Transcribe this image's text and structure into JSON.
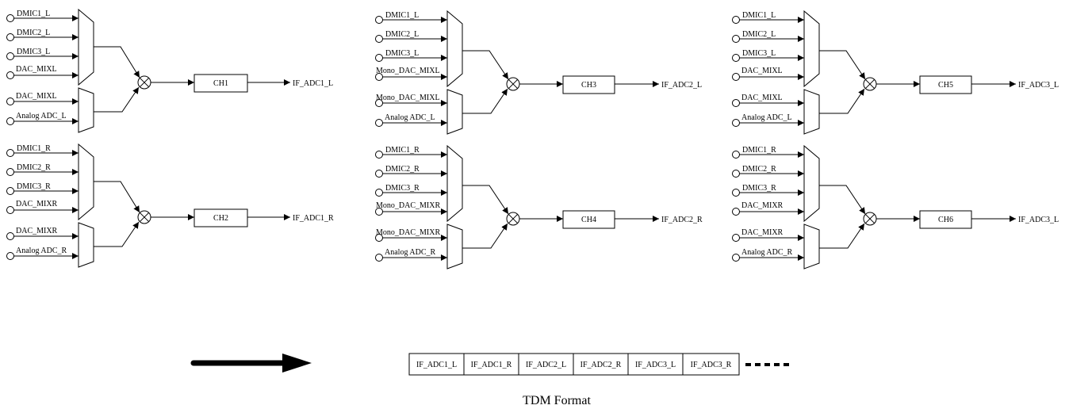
{
  "groups": [
    {
      "mux_a_inputs": [
        "DMIC1_L",
        "DMIC2_L",
        "DMIC3_L",
        "DAC_MIXL"
      ],
      "mux_b_inputs": [
        "DAC_MIXL",
        "Analog ADC_L"
      ],
      "channel": "CH1",
      "output": "IF_ADC1_L"
    },
    {
      "mux_a_inputs": [
        "DMIC1_R",
        "DMIC2_R",
        "DMIC3_R",
        "DAC_MIXR"
      ],
      "mux_b_inputs": [
        "DAC_MIXR",
        "Analog ADC_R"
      ],
      "channel": "CH2",
      "output": "IF_ADC1_R"
    },
    {
      "mux_a_inputs": [
        "DMIC1_L",
        "DMIC2_L",
        "DMIC3_L",
        "Mono_DAC_MIXL"
      ],
      "mux_b_inputs": [
        "Mono_DAC_MIXL",
        "Analog ADC_L"
      ],
      "channel": "CH3",
      "output": "IF_ADC2_L"
    },
    {
      "mux_a_inputs": [
        "DMIC1_R",
        "DMIC2_R",
        "DMIC3_R",
        "Mono_DAC_MIXR"
      ],
      "mux_b_inputs": [
        "Mono_DAC_MIXR",
        "Analog ADC_R"
      ],
      "channel": "CH4",
      "output": "IF_ADC2_R"
    },
    {
      "mux_a_inputs": [
        "DMIC1_L",
        "DMIC2_L",
        "DMIC3_L",
        "DAC_MIXL"
      ],
      "mux_b_inputs": [
        "DAC_MIXL",
        "Analog ADC_L"
      ],
      "channel": "CH5",
      "output": "IF_ADC3_L"
    },
    {
      "mux_a_inputs": [
        "DMIC1_R",
        "DMIC2_R",
        "DMIC3_R",
        "DAC_MIXR"
      ],
      "mux_b_inputs": [
        "DAC_MIXR",
        "Analog ADC_R"
      ],
      "channel": "CH6",
      "output": "IF_ADC3_L"
    }
  ],
  "tdm": {
    "slots": [
      "IF_ADC1_L",
      "IF_ADC1_R",
      "IF_ADC2_L",
      "IF_ADC2_R",
      "IF_ADC3_L",
      "IF_ADC3_R"
    ],
    "caption": "TDM Format"
  }
}
